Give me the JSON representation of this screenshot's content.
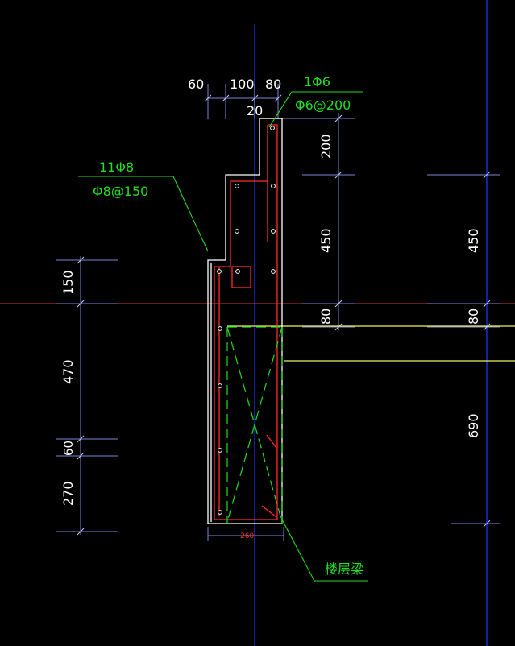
{
  "dimensions": {
    "top_left": "60",
    "top_mid": "100",
    "top_right": "80",
    "top_gap": "20",
    "right_top": "200",
    "right_upper": "450",
    "right_slab": "80",
    "far_right_upper": "450",
    "far_right_slab": "80",
    "far_right_lower": "690",
    "left_top": "150",
    "left_mid": "470",
    "left_small": "60",
    "left_bottom": "270",
    "bottom_width": "260"
  },
  "labels": {
    "bar_callout_1": "1Φ6",
    "stirrup_callout_1": "Φ6@200",
    "bar_callout_2": "11Φ8",
    "stirrup_callout_2": "Φ8@150",
    "beam_label": "楼层梁"
  },
  "colors": {
    "background": "#000000",
    "concrete_outline": "#ffffff",
    "rebar": "#ff2a2a",
    "leader": "#22dd22",
    "slab": "#f0f060",
    "axis": "#1a2bd8",
    "dimension": "#7a86d8"
  }
}
